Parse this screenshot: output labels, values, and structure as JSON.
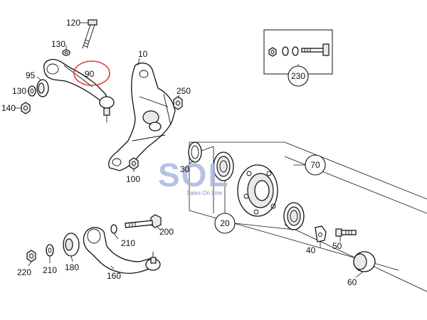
{
  "labels": {
    "l120": "120",
    "l130a": "130",
    "l90": "90",
    "l95": "95",
    "l130b": "130",
    "l140": "140",
    "l10": "10",
    "l250": "250",
    "l230": "230",
    "l30": "30",
    "l100": "100",
    "l70": "70",
    "l20": "20",
    "l200": "200",
    "l210a": "210",
    "l220": "220",
    "l210b": "210",
    "l180": "180",
    "l160": "160",
    "l40": "40",
    "l50": "50",
    "l60": "60"
  },
  "watermark": {
    "text": "SOL",
    "tagline": "Sales On Line"
  },
  "colors": {
    "highlight": "#e23a3a",
    "watermark": "#a9b8df",
    "ink": "#111111"
  }
}
